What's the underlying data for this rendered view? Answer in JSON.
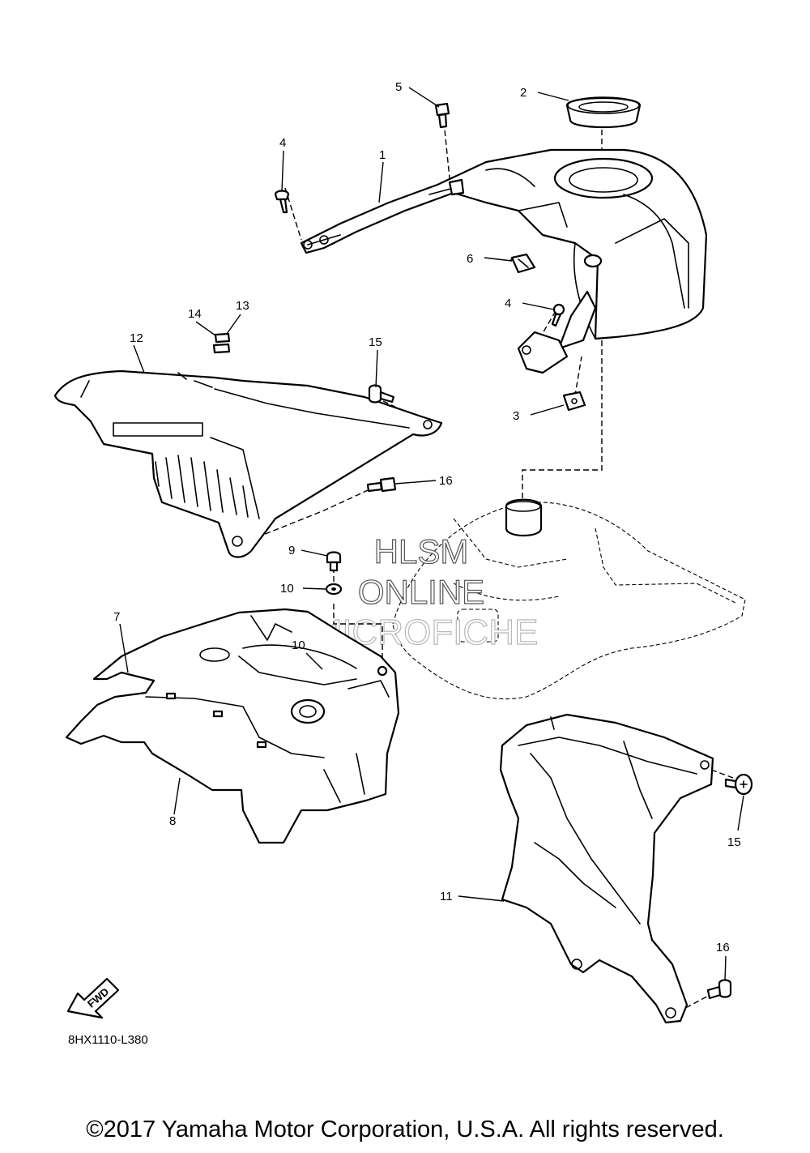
{
  "callouts": {
    "c1": "1",
    "c2": "2",
    "c3": "3",
    "c4a": "4",
    "c4b": "4",
    "c5": "5",
    "c6": "6",
    "c7": "7",
    "c8": "8",
    "c9": "9",
    "c10a": "10",
    "c10b": "10",
    "c11": "11",
    "c12": "12",
    "c13": "13",
    "c14": "14",
    "c15a": "15",
    "c15b": "15",
    "c16a": "16",
    "c16b": "16"
  },
  "watermark": {
    "line1": "HLSM",
    "line2": "ONLINE",
    "line3": "MICROFICHE"
  },
  "fwd_label": "FWD",
  "diagram_code": "8HX1110-L380",
  "copyright": "©2017 Yamaha Motor Corporation, U.S.A. All rights reserved."
}
